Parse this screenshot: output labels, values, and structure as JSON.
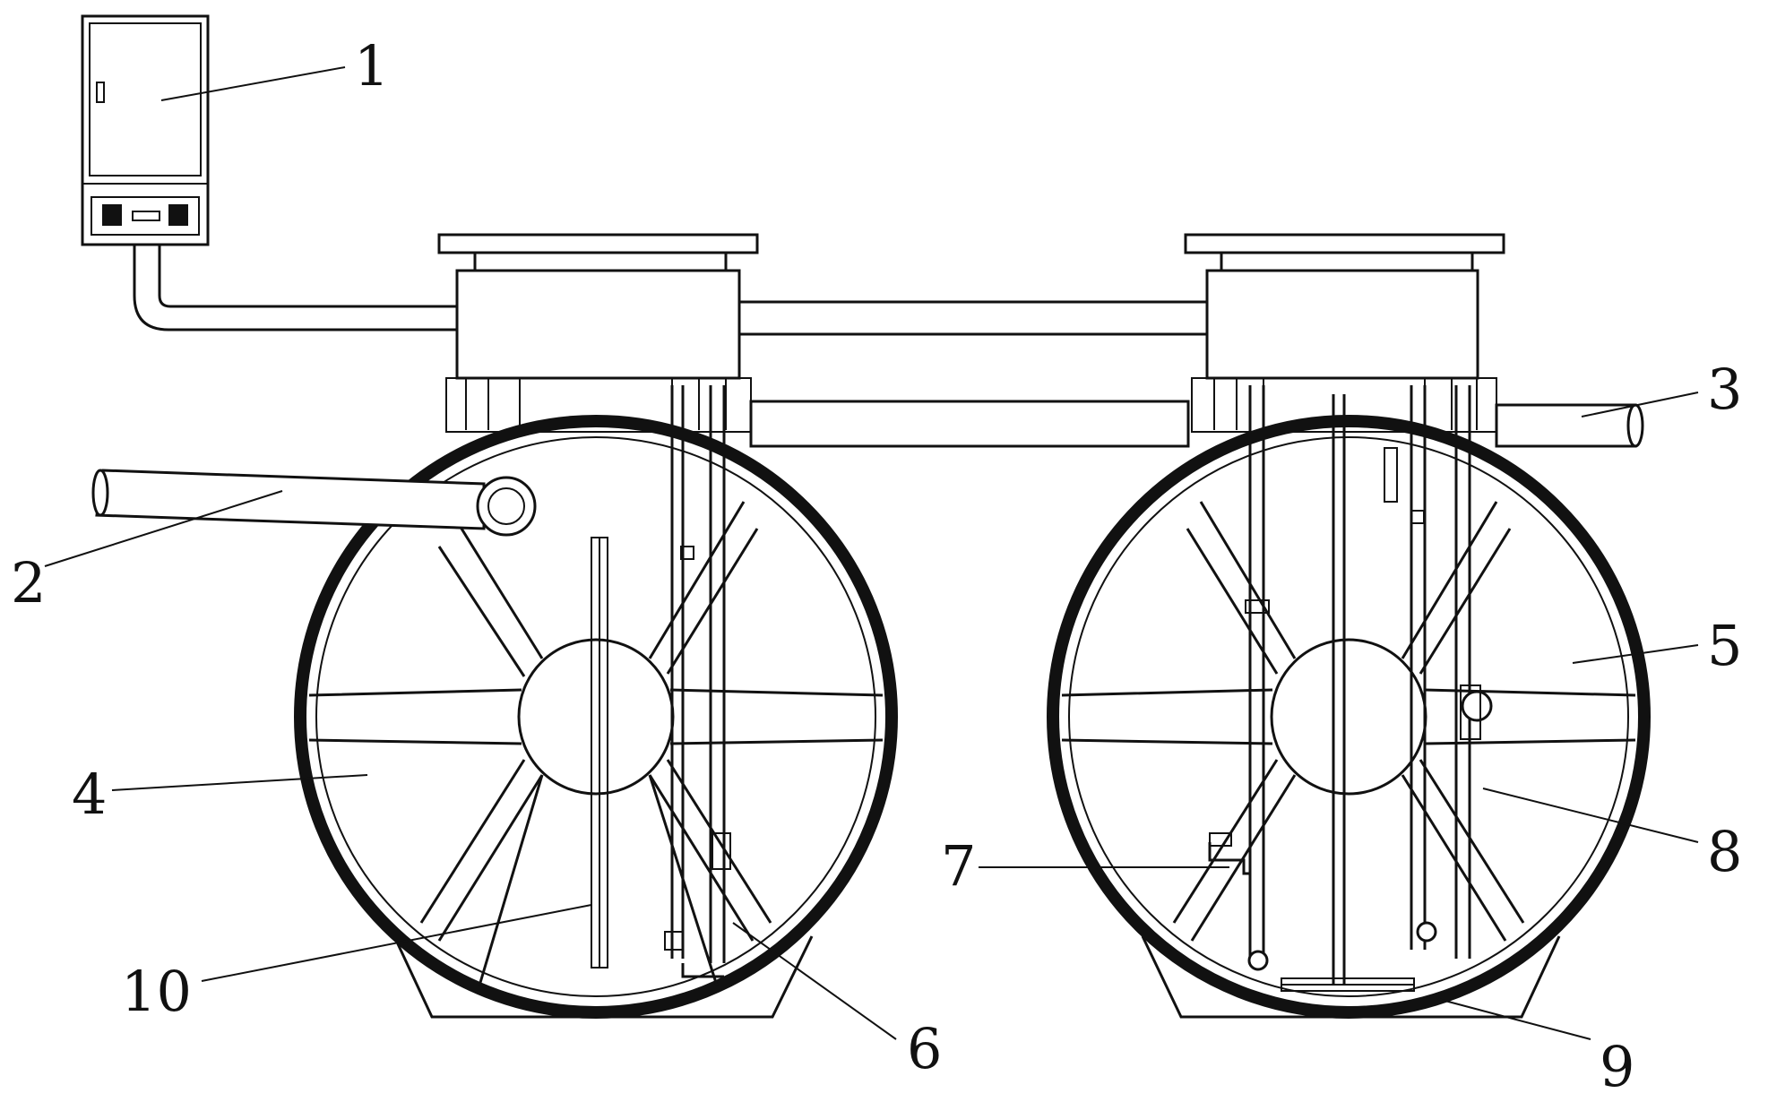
{
  "labels": [
    {
      "id": "1",
      "text": "1"
    },
    {
      "id": "2",
      "text": "2"
    },
    {
      "id": "3",
      "text": "3"
    },
    {
      "id": "4",
      "text": "4"
    },
    {
      "id": "5",
      "text": "5"
    },
    {
      "id": "6",
      "text": "6"
    },
    {
      "id": "7",
      "text": "7"
    },
    {
      "id": "8",
      "text": "8"
    },
    {
      "id": "9",
      "text": "9"
    },
    {
      "id": "10",
      "text": "10"
    }
  ],
  "colors": {
    "line": "#111111",
    "background": "#ffffff"
  }
}
